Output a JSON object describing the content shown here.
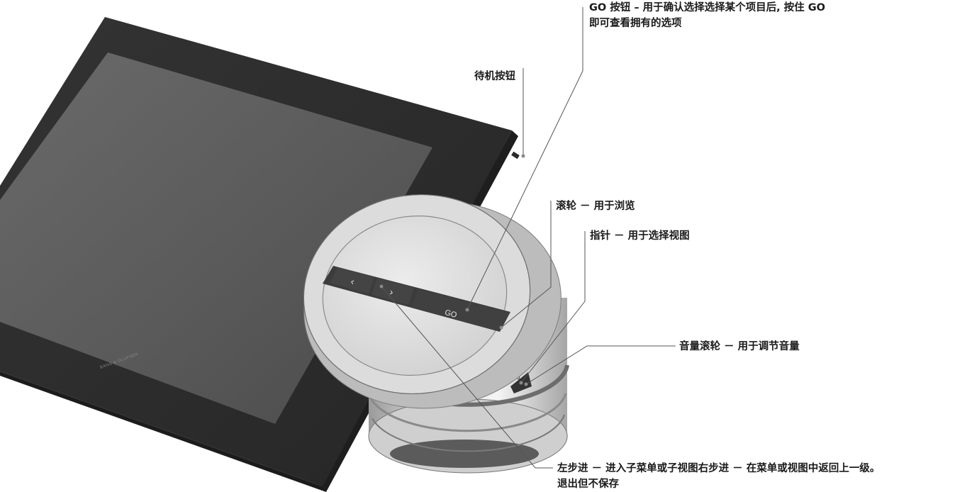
{
  "device": {
    "brand_text": "BANG & OLUFSEN",
    "go_label": "GO",
    "left_step_glyph": "‹",
    "right_step_glyph": "›"
  },
  "callouts": {
    "go_button": {
      "line1": "GO 按钮 – 用于确认选择选择某个项目后, 按住 GO",
      "line2": "即可查看拥有的选项"
    },
    "standby_button": {
      "text": "待机按钮"
    },
    "wheel": {
      "text": "滚轮 － 用于浏览"
    },
    "pointer": {
      "text": "指针 － 用于选择视图"
    },
    "volume_wheel": {
      "text": "音量滚轮 － 用于调节音量"
    },
    "step": {
      "line1": "左步进 － 进入子菜单或子视图右步进 － 在菜单或视图中返回上一级。",
      "line2": "退出但不保存"
    }
  },
  "colors": {
    "background": "#ffffff",
    "screen_bezel": "#3a3a3a",
    "screen_glass": "#5c5c5c",
    "wheel_silver": "#e2e2e2",
    "button_strip": "#3b3b3b",
    "leader_line": "#555555"
  }
}
